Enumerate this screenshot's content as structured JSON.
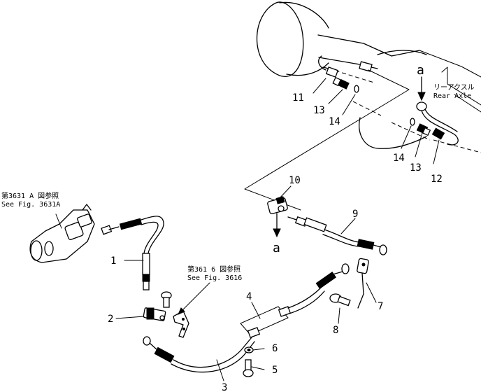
{
  "callouts": [
    {
      "id": "1",
      "label": "1"
    },
    {
      "id": "2",
      "label": "2"
    },
    {
      "id": "3",
      "label": "3"
    },
    {
      "id": "4",
      "label": "4"
    },
    {
      "id": "5",
      "label": "5"
    },
    {
      "id": "6",
      "label": "6"
    },
    {
      "id": "7",
      "label": "7"
    },
    {
      "id": "8",
      "label": "8"
    },
    {
      "id": "9",
      "label": "9"
    },
    {
      "id": "10",
      "label": "10"
    },
    {
      "id": "11",
      "label": "11"
    },
    {
      "id": "12",
      "label": "12"
    },
    {
      "id": "13a",
      "label": "13"
    },
    {
      "id": "13b",
      "label": "13"
    },
    {
      "id": "14a",
      "label": "14"
    },
    {
      "id": "14b",
      "label": "14"
    }
  ],
  "connection_marks": {
    "top": "a",
    "bottom": "a"
  },
  "references": {
    "fig3631a_jp": "第3631 A 図参照",
    "fig3631a_en": "See Fig. 3631A",
    "fig3616_jp": "第361 6 図参照",
    "fig3616_en": "See Fig. 3616"
  },
  "rear_axle": {
    "jp": "リーアクスル",
    "en": "Rear Axle"
  }
}
